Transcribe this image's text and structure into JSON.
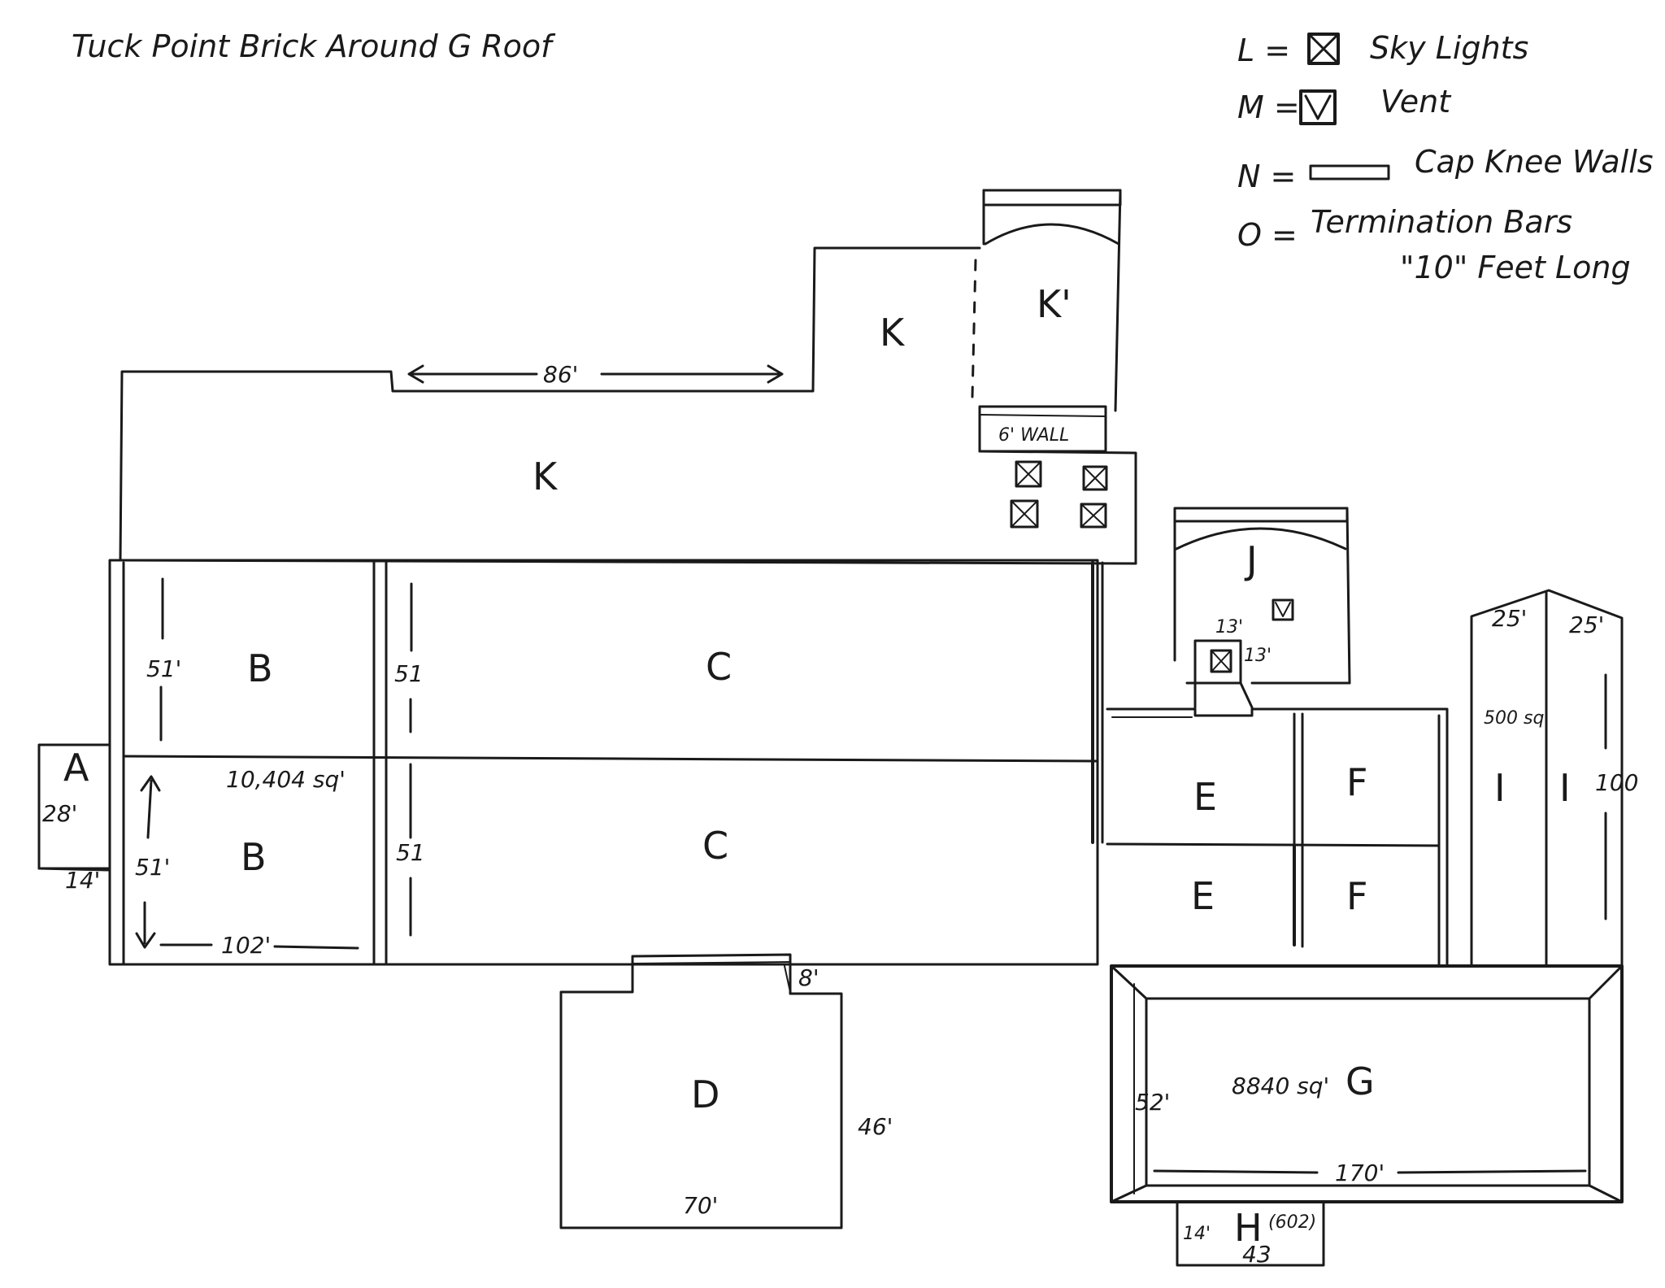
{
  "title": "Tuck Point Brick Around G Roof",
  "legend": {
    "l": {
      "key": "L =",
      "label": "Sky Lights",
      "icon": "skylight-icon"
    },
    "m": {
      "key": "M =",
      "label": "Vent",
      "icon": "vent-icon"
    },
    "n": {
      "key": "N =",
      "label": "Cap Knee Walls",
      "icon": "knee-wall-cap-icon"
    },
    "o": {
      "key": "O =",
      "label": "Termination Bars",
      "sub": "\"10\" Feet Long"
    }
  },
  "sections": {
    "a": "A",
    "b1": "B",
    "b2": "B",
    "c1": "C",
    "c2": "C",
    "d": "D",
    "e1": "E",
    "e2": "E",
    "f1": "F",
    "f2": "F",
    "g": "G",
    "h": "H",
    "i1": "I",
    "i2": "I",
    "j": "J",
    "k1": "K",
    "k2": "K",
    "k3": "K'"
  },
  "dimensions": {
    "k_width": "86'",
    "wall": "6' WALL",
    "b_top": "51'",
    "b_bottom": "51'",
    "b_area": "10,404 sq'",
    "b_width": "102'",
    "c_top": "51",
    "c_bottom": "51",
    "a_height": "28'",
    "a_width": "14'",
    "d_step": "8'",
    "d_height": "46'",
    "d_width": "70'",
    "j_sky_1": "13'",
    "j_sky_2": "13'",
    "i_left": "25'",
    "i_right": "25'",
    "i_area": "500 sq'",
    "i_height": "100",
    "g_area": "8840 sq'",
    "g_height": "52'",
    "g_width": "170'",
    "h_height": "14'",
    "h_area": "(602)",
    "h_width": "43"
  },
  "colors": {
    "ink": "#1a1a1a",
    "paper": "#ffffff"
  }
}
